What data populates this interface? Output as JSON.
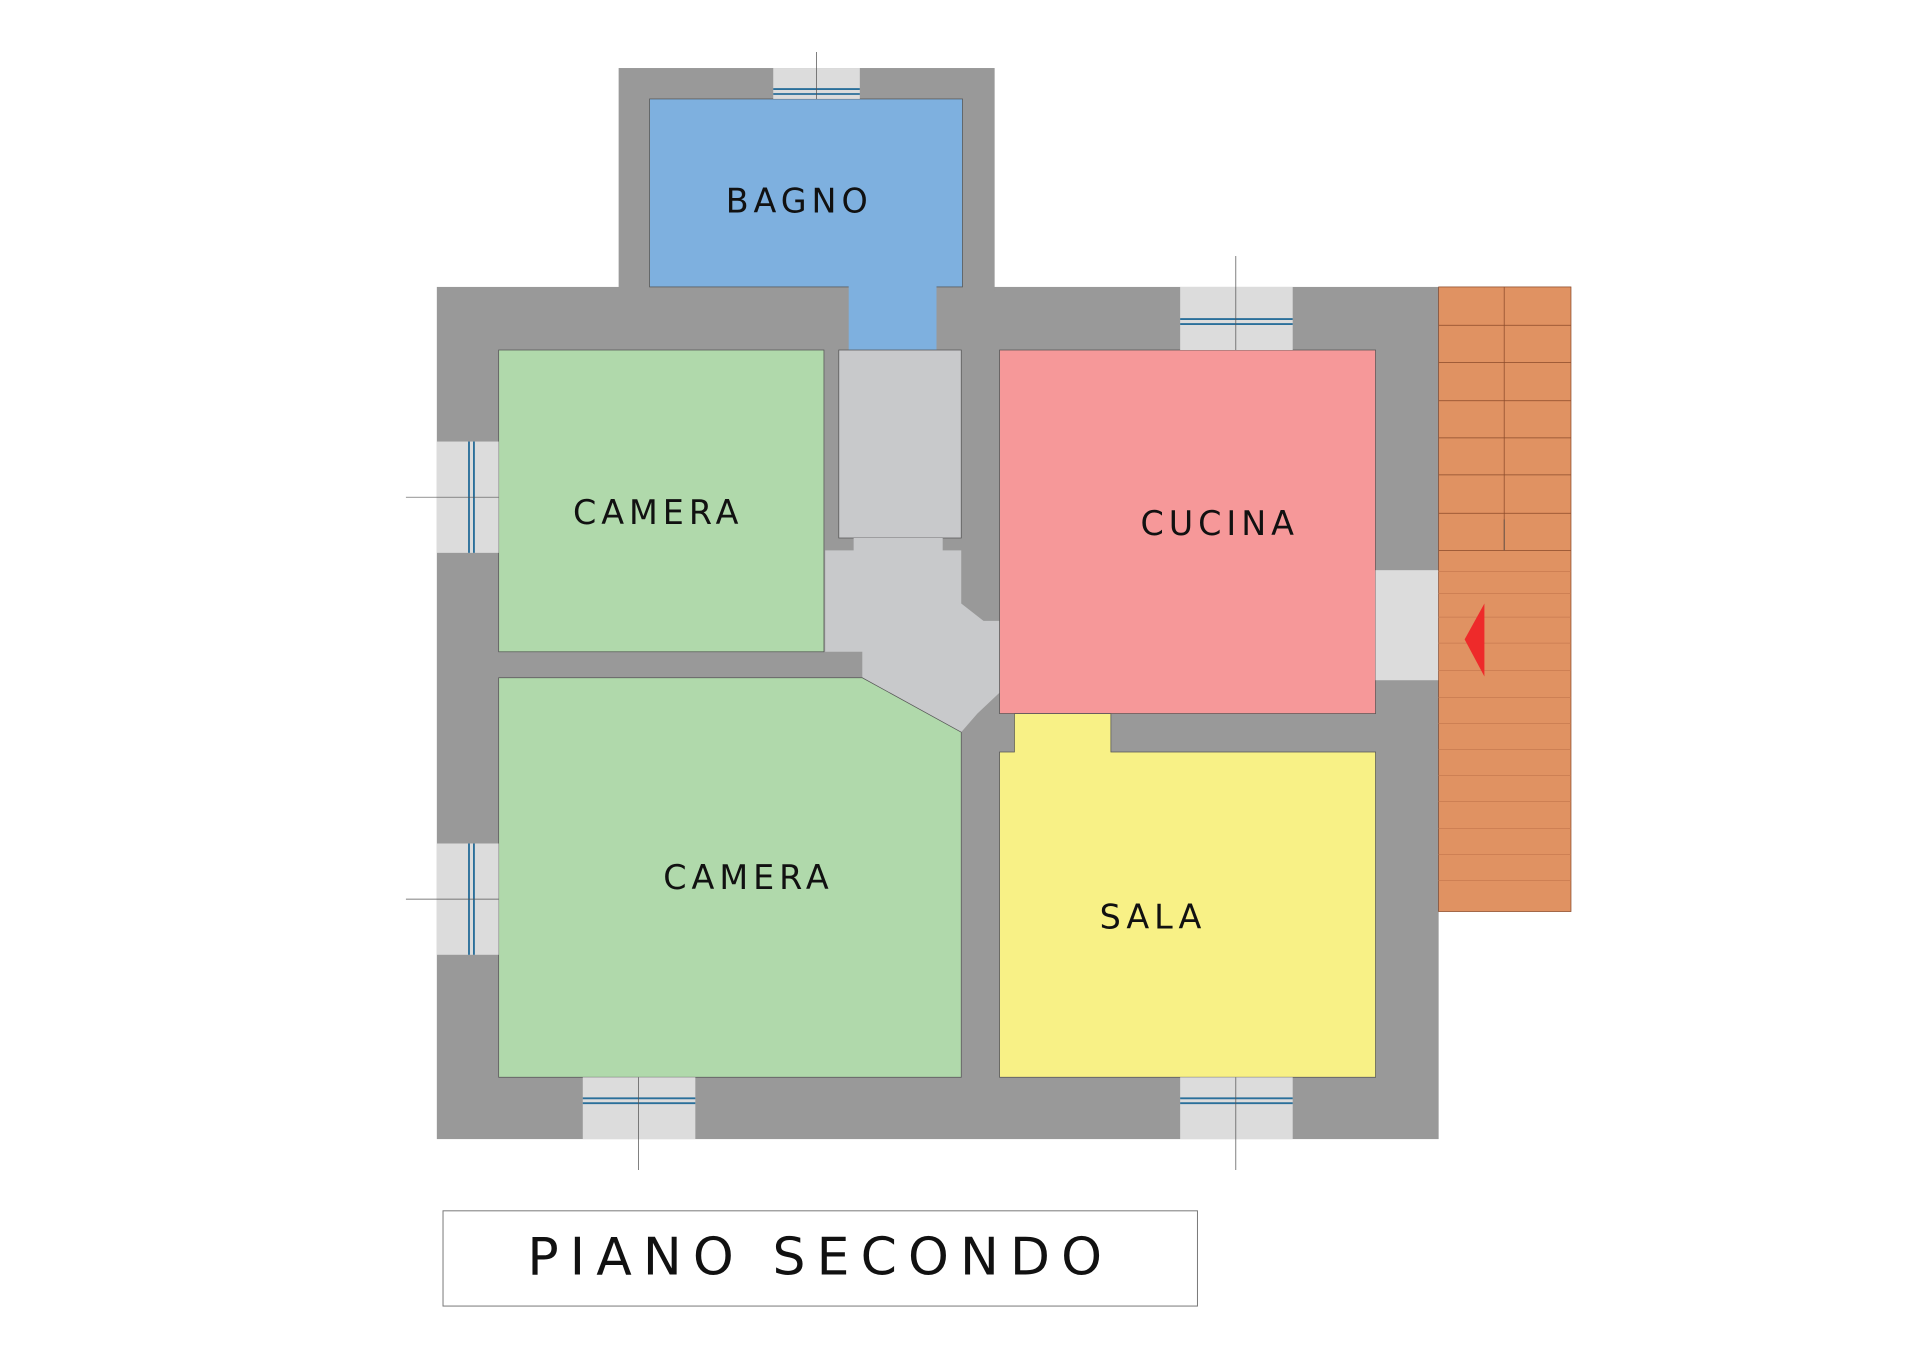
{
  "plan": {
    "title": "PIANO SECONDO",
    "rooms": {
      "bagno": {
        "label": "BAGNO",
        "color": "#7eb0df"
      },
      "camera1": {
        "label": "CAMERA",
        "color": "#b0d9ab"
      },
      "cucina": {
        "label": "CUCINA",
        "color": "#f69899"
      },
      "camera2": {
        "label": "CAMERA",
        "color": "#b0d9ab"
      },
      "sala": {
        "label": "SALA",
        "color": "#f8f186"
      }
    },
    "colors": {
      "wall": "#999999",
      "corridor": "#c8c9cb",
      "window": "#dcdcdc",
      "terrace": "#e09262",
      "entry_arrow": "#ee2a2a"
    }
  }
}
